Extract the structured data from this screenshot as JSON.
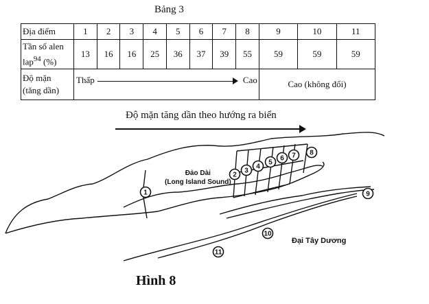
{
  "table": {
    "caption": "Bảng 3",
    "row_labels": {
      "location": "Địa điểm",
      "allele_freq_line1": "Tần số alen",
      "allele_freq_line2_prefix": "lap",
      "allele_freq_line2_sup": "94",
      "allele_freq_line2_suffix": " (%)",
      "salinity_line1": "Độ mặn",
      "salinity_line2": "(tăng dần)"
    },
    "locations": [
      "1",
      "2",
      "3",
      "4",
      "5",
      "6",
      "7",
      "8",
      "9",
      "10",
      "11"
    ],
    "allele_frequencies": [
      "13",
      "16",
      "16",
      "25",
      "36",
      "37",
      "39",
      "55",
      "59",
      "59",
      "59"
    ],
    "salinity_low": "Thấp",
    "salinity_high": "Cao",
    "salinity_constant": "Cao (không đổi)"
  },
  "map": {
    "direction_title": "Độ mặn tăng dần theo hướng ra biển",
    "island_name_line1": "Đảo Dài",
    "island_name_line2": "(Long Island Sound)",
    "ocean_name": "Đại Tây Dương",
    "site_markers": [
      "1",
      "2",
      "3",
      "4",
      "5",
      "6",
      "7",
      "8",
      "9",
      "10",
      "11"
    ]
  },
  "figure_label": "Hình 8"
}
